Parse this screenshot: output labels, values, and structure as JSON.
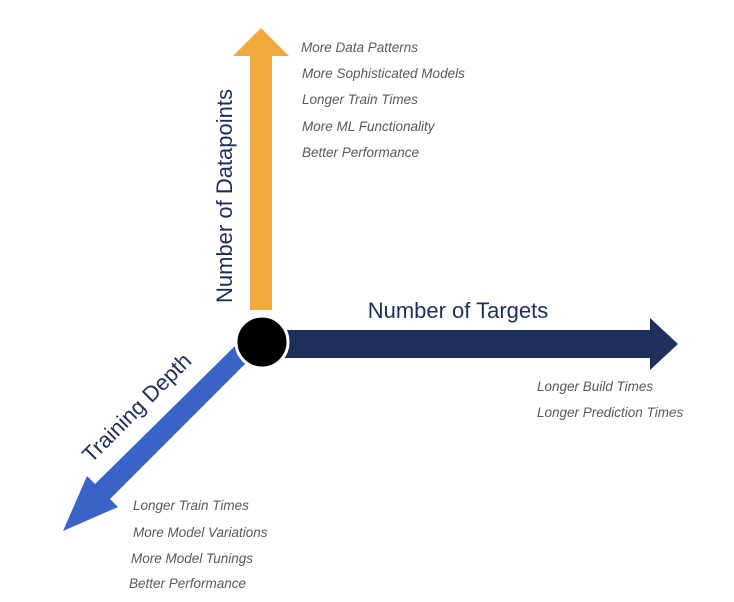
{
  "colors": {
    "datapoints_arrow": "#F2A93B",
    "targets_arrow": "#1F2F5C",
    "depth_arrow": "#3A63C9",
    "origin_circle": "#000000",
    "axis_label_text": "#1F2F5C",
    "note_text": "#595959"
  },
  "axes": {
    "datapoints": {
      "label": "Number of Datapoints",
      "notes": [
        "More Data Patterns",
        "More Sophisticated Models",
        "Longer Train Times",
        "More ML Functionality",
        "Better Performance"
      ]
    },
    "targets": {
      "label": "Number of Targets",
      "notes": [
        "Longer Build Times",
        "Longer Prediction Times"
      ]
    },
    "depth": {
      "label": "Training Depth",
      "notes": [
        "Longer Train Times",
        "More Model Variations",
        "More Model Tunings",
        "Better Performance"
      ]
    }
  }
}
